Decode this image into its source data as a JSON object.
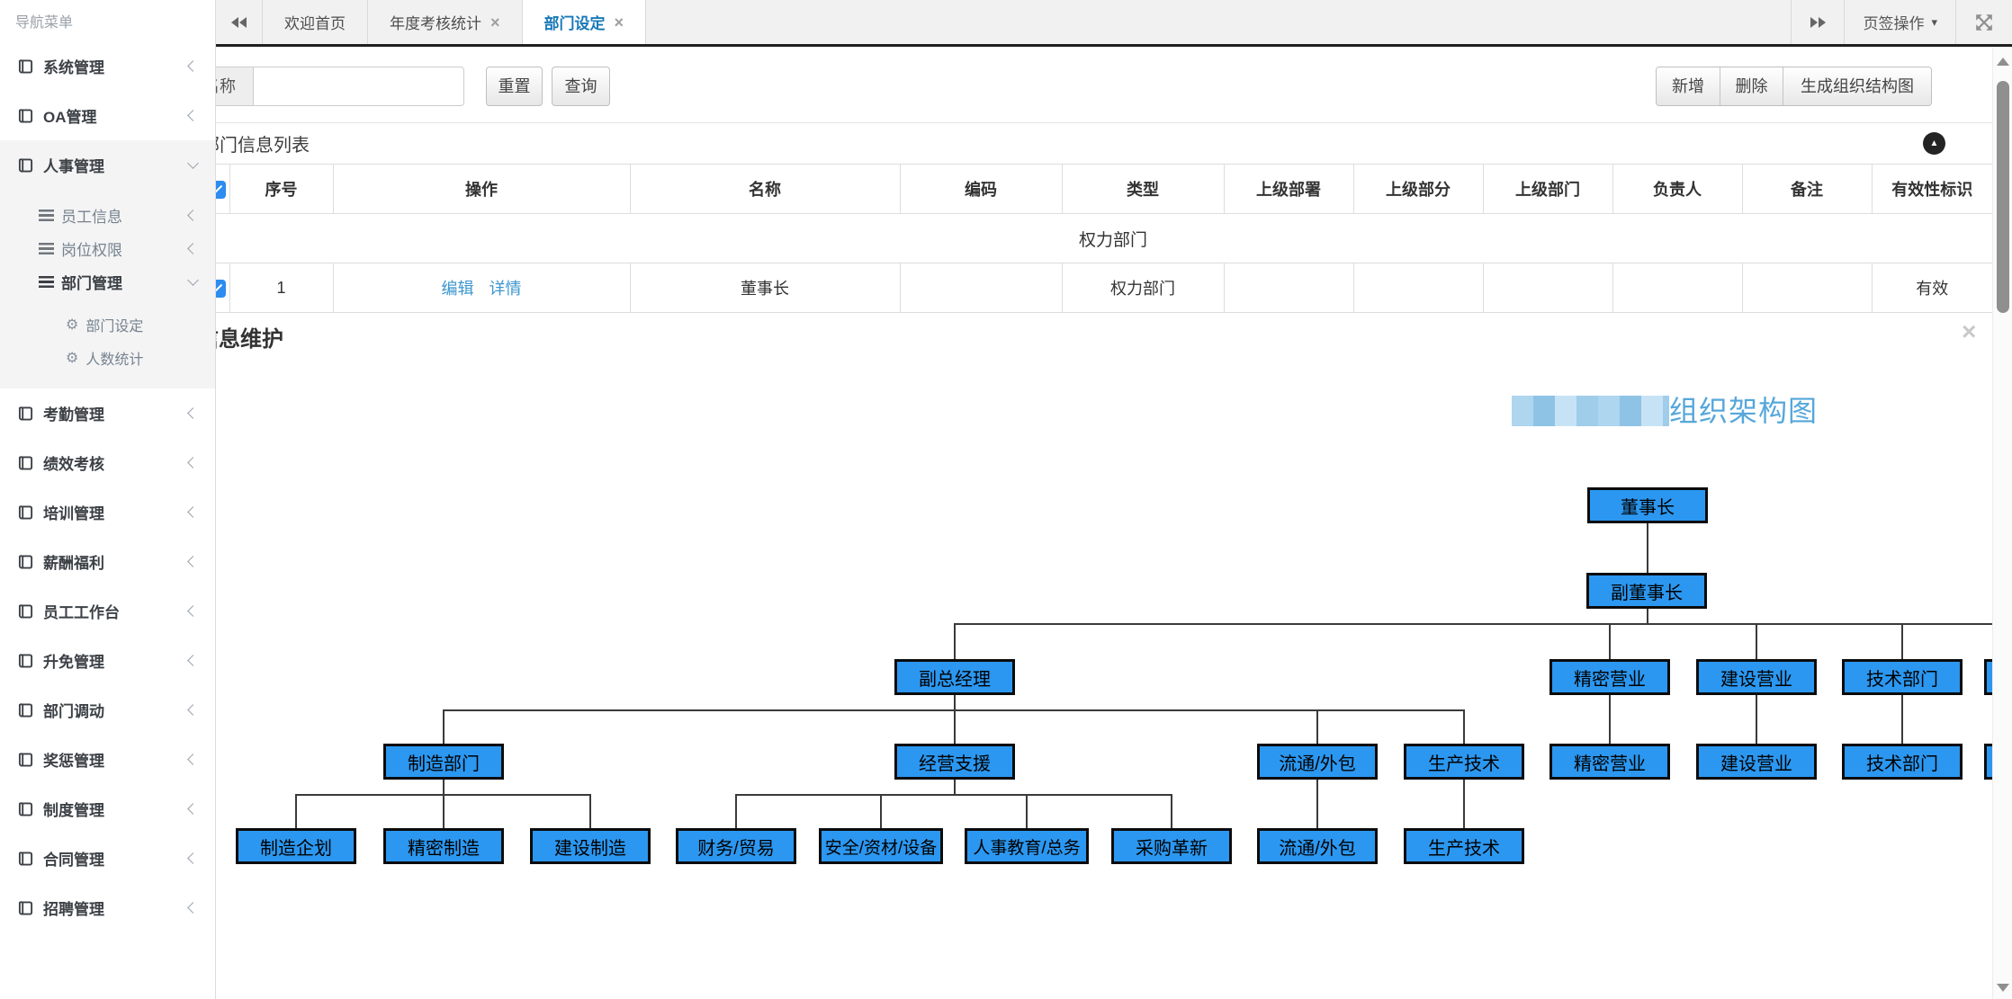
{
  "colors": {
    "accent_blue": "#2d8cf0",
    "org_box_fill": "#2b97f0",
    "org_box_border": "#0b0b0b",
    "link_blue": "#3c96ce",
    "active_tab_blue": "#1878b8",
    "org_title_blue": "#56a7da"
  },
  "icons": {
    "gear": "⚙",
    "caret": "▾",
    "close": "×",
    "collapse_up": "▲"
  },
  "sidebar": {
    "title": "导航菜单",
    "items": [
      {
        "label": "系统管理",
        "state": "collapsed"
      },
      {
        "label": "OA管理",
        "state": "collapsed"
      },
      {
        "label": "人事管理",
        "state": "expanded",
        "children": [
          {
            "label": "员工信息",
            "state": "collapsed"
          },
          {
            "label": "岗位权限",
            "state": "collapsed"
          },
          {
            "label": "部门管理",
            "state": "expanded",
            "children": [
              {
                "label": "部门设定"
              },
              {
                "label": "人数统计"
              }
            ]
          }
        ]
      },
      {
        "label": "考勤管理",
        "state": "collapsed"
      },
      {
        "label": "绩效考核",
        "state": "collapsed"
      },
      {
        "label": "培训管理",
        "state": "collapsed"
      },
      {
        "label": "薪酬福利",
        "state": "collapsed"
      },
      {
        "label": "员工工作台",
        "state": "collapsed"
      },
      {
        "label": "升免管理",
        "state": "collapsed"
      },
      {
        "label": "部门调动",
        "state": "collapsed"
      },
      {
        "label": "奖惩管理",
        "state": "collapsed"
      },
      {
        "label": "制度管理",
        "state": "collapsed"
      },
      {
        "label": "合同管理",
        "state": "collapsed"
      },
      {
        "label": "招聘管理",
        "state": "collapsed"
      }
    ]
  },
  "tabbar": {
    "tabs": [
      {
        "label": "欢迎首页",
        "closable": false,
        "active": false
      },
      {
        "label": "年度考核统计",
        "closable": true,
        "active": false
      },
      {
        "label": "部门设定",
        "closable": true,
        "active": true
      }
    ],
    "ops_label": "页签操作"
  },
  "filter": {
    "name_label": "名称",
    "name_value": "",
    "reset_label": "重置",
    "search_label": "查询",
    "add_label": "新增",
    "delete_label": "删除",
    "generate_label": "生成组织结构图"
  },
  "list_panel": {
    "title": "部门信息列表"
  },
  "table": {
    "headers": [
      "序号",
      "操作",
      "名称",
      "编码",
      "类型",
      "上级部署",
      "上级部分",
      "上级部门",
      "负责人",
      "备注",
      "有效性标识"
    ],
    "group_label": "权力部门",
    "row": {
      "seq": "1",
      "edit": "编辑",
      "detail": "详情",
      "name": "董事长",
      "code": "",
      "type": "权力部门",
      "sup_dept1": "",
      "sup_dept2": "",
      "sup_dept3": "",
      "owner": "",
      "remark": "",
      "valid": "有效"
    }
  },
  "detail_panel": {
    "title": "部门信息维护"
  },
  "org_chart": {
    "title": "组织架构图",
    "title_prefix_redacted": true,
    "nodes": [
      {
        "label": "董事长",
        "level": 1
      },
      {
        "label": "副董事长",
        "level": 2
      },
      {
        "label": "副总经理",
        "level": 3
      },
      {
        "label": "精密营业",
        "level": 3
      },
      {
        "label": "建设营业",
        "level": 3
      },
      {
        "label": "技术部门",
        "level": 3
      },
      {
        "label": "",
        "level": 3,
        "cut": true
      },
      {
        "label": "制造部门",
        "level": 4
      },
      {
        "label": "经营支援",
        "level": 4
      },
      {
        "label": "流通/外包",
        "level": 4
      },
      {
        "label": "生产技术",
        "level": 4
      },
      {
        "label": "精密营业",
        "level": 4
      },
      {
        "label": "建设营业",
        "level": 4
      },
      {
        "label": "技术部门",
        "level": 4
      },
      {
        "label": "",
        "level": 4,
        "cut": true
      },
      {
        "label": "制造企划",
        "level": 5
      },
      {
        "label": "精密制造",
        "level": 5
      },
      {
        "label": "建设制造",
        "level": 5
      },
      {
        "label": "财务/贸易",
        "level": 5
      },
      {
        "label": "安全/资材/设备",
        "level": 5
      },
      {
        "label": "人事教育/总务",
        "level": 5
      },
      {
        "label": "采购革新",
        "level": 5
      },
      {
        "label": "流通/外包",
        "level": 5
      },
      {
        "label": "生产技术",
        "level": 5
      }
    ]
  }
}
